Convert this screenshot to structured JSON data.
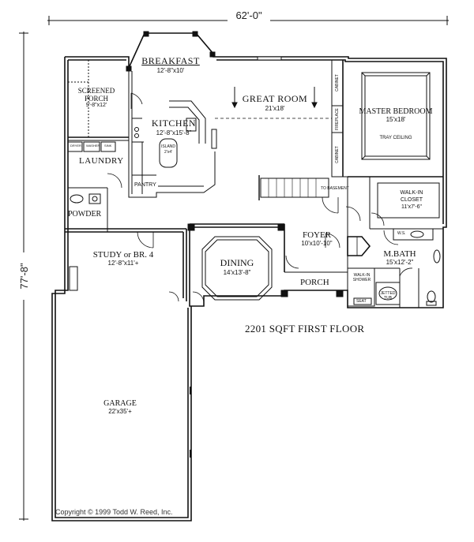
{
  "dimensions": {
    "width": "62'-0\"",
    "height": "77'-8\""
  },
  "rooms": {
    "breakfast": {
      "name": "BREAKFAST",
      "size": "12'-8\"x10'"
    },
    "screened_porch": {
      "name": "SCREENED PORCH",
      "size": "9'-8\"x12'"
    },
    "great_room": {
      "name": "GREAT ROOM",
      "size": "21'x18'"
    },
    "master_bedroom": {
      "name": "MASTER BEDROOM",
      "size": "15'x18'",
      "note": "TRAY CEILING"
    },
    "kitchen": {
      "name": "KITCHEN",
      "size": "12'-8\"x15'-8\""
    },
    "island": {
      "name": "ISLAND",
      "size": "2'x4'"
    },
    "laundry": {
      "name": "LAUNDRY"
    },
    "pantry": {
      "name": "PANTRY"
    },
    "powder": {
      "name": "POWDER"
    },
    "walk_in_closet": {
      "name": "WALK-IN CLOSET",
      "size": "11'x7'-6\""
    },
    "study": {
      "name": "STUDY or BR. 4",
      "size": "12'-8\"x11'+"
    },
    "foyer": {
      "name": "FOYER",
      "size": "10'x10'-10\""
    },
    "dining": {
      "name": "DINING",
      "size": "14'x13'-8\""
    },
    "mbath": {
      "name": "M.BATH",
      "size": "15'x12'-2\""
    },
    "porch": {
      "name": "PORCH"
    },
    "garage": {
      "name": "GARAGE",
      "size": "22'x35'+"
    }
  },
  "fixtures": {
    "cabinet": "CABINET",
    "fireplace": "FIREPLACE",
    "to_basement": "TO BASEMENT",
    "walk_in_shower": "WALK-IN SHOWER",
    "jetted_tub": "JETTED TUB",
    "seat": "SEAT",
    "ws": "W.S.",
    "laundry_appliances": [
      "DRYER",
      "WASHER",
      "SINK"
    ]
  },
  "floor_area": "2201 SQFT FIRST FLOOR",
  "copyright": "Copyright © 1999  Todd W. Reed, Inc."
}
